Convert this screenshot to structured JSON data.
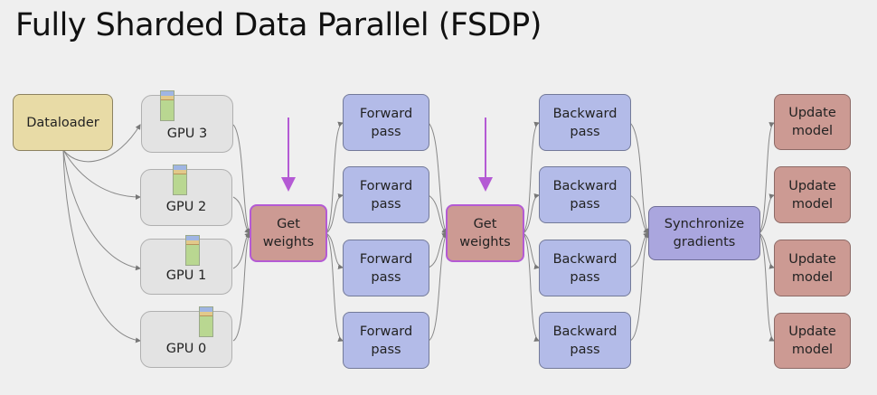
{
  "title": "Fully Sharded Data Parallel (FSDP)",
  "colors": {
    "background": "#efefef",
    "dataloader": "#e8dba6",
    "gpu": "#e3e3e3",
    "get_weights": "#cc9a93",
    "get_weights_border": "#b45ad4",
    "forward_pass": "#b3bbe8",
    "backward_pass": "#b3bbe8",
    "synchronize": "#aaa6de",
    "update_model": "#cc9a93",
    "highlight_arrow": "#b45ad4",
    "connector": "#777777"
  },
  "nodes": {
    "dataloader": "Dataloader",
    "gpus": [
      "GPU 3",
      "GPU 2",
      "GPU 1",
      "GPU 0"
    ],
    "get_weights_1": [
      "Get",
      "weights"
    ],
    "forward": [
      [
        "Forward",
        "pass"
      ],
      [
        "Forward",
        "pass"
      ],
      [
        "Forward",
        "pass"
      ],
      [
        "Forward",
        "pass"
      ]
    ],
    "get_weights_2": [
      "Get",
      "weights"
    ],
    "backward": [
      [
        "Backward",
        "pass"
      ],
      [
        "Backward",
        "pass"
      ],
      [
        "Backward",
        "pass"
      ],
      [
        "Backward",
        "pass"
      ]
    ],
    "synchronize": [
      "Synchronize",
      "gradients"
    ],
    "update": [
      [
        "Update",
        "model"
      ],
      [
        "Update",
        "model"
      ],
      [
        "Update",
        "model"
      ],
      [
        "Update",
        "model"
      ]
    ]
  },
  "shard_legend": [
    "weights shard (blue)",
    "weights shard (yellow)",
    "data (green)"
  ]
}
